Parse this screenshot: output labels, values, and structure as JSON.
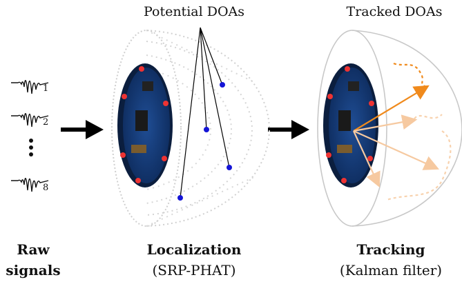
{
  "titles": {
    "potential": "Potential DOAs",
    "tracked": "Tracked DOAs"
  },
  "signals": {
    "labels": [
      "1",
      "2",
      "8"
    ],
    "ellipsis": "⋮"
  },
  "captions": {
    "raw_line1": "Raw",
    "raw_line2": "signals",
    "localization": "Localization",
    "localization_sub": "(SRP-PHAT)",
    "tracking": "Tracking",
    "tracking_sub": "(Kalman filter)"
  },
  "colors": {
    "point_dots": "#1515d6",
    "tracked_main": "#f08a1c",
    "tracked_faded": "#f6c9a0",
    "board": "#163a78",
    "hemisphere": "#c8c8c8",
    "arrow": "#000000"
  }
}
